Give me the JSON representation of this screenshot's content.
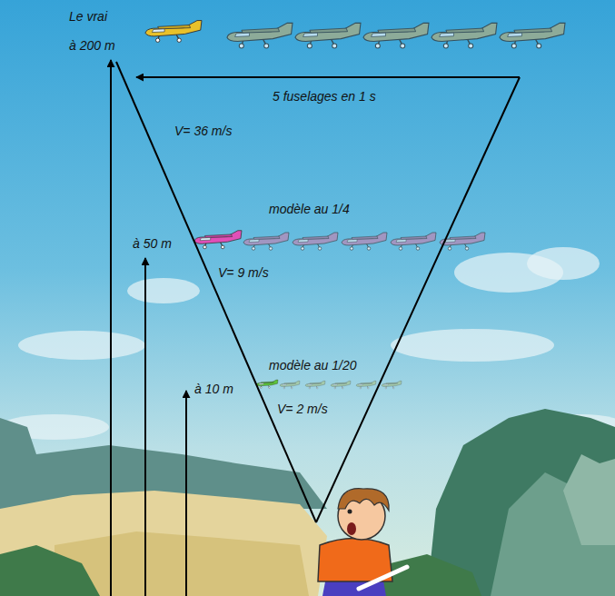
{
  "diagram": {
    "labels": [
      "Le vrai",
      "à 200 m",
      "5 fuselages en 1 s",
      "V= 36 m/s",
      "modèle au 1/4",
      "à 50 m",
      "V= 9 m/s",
      "modèle au 1/20",
      "à 10 m",
      "V= 2 m/s"
    ]
  }
}
